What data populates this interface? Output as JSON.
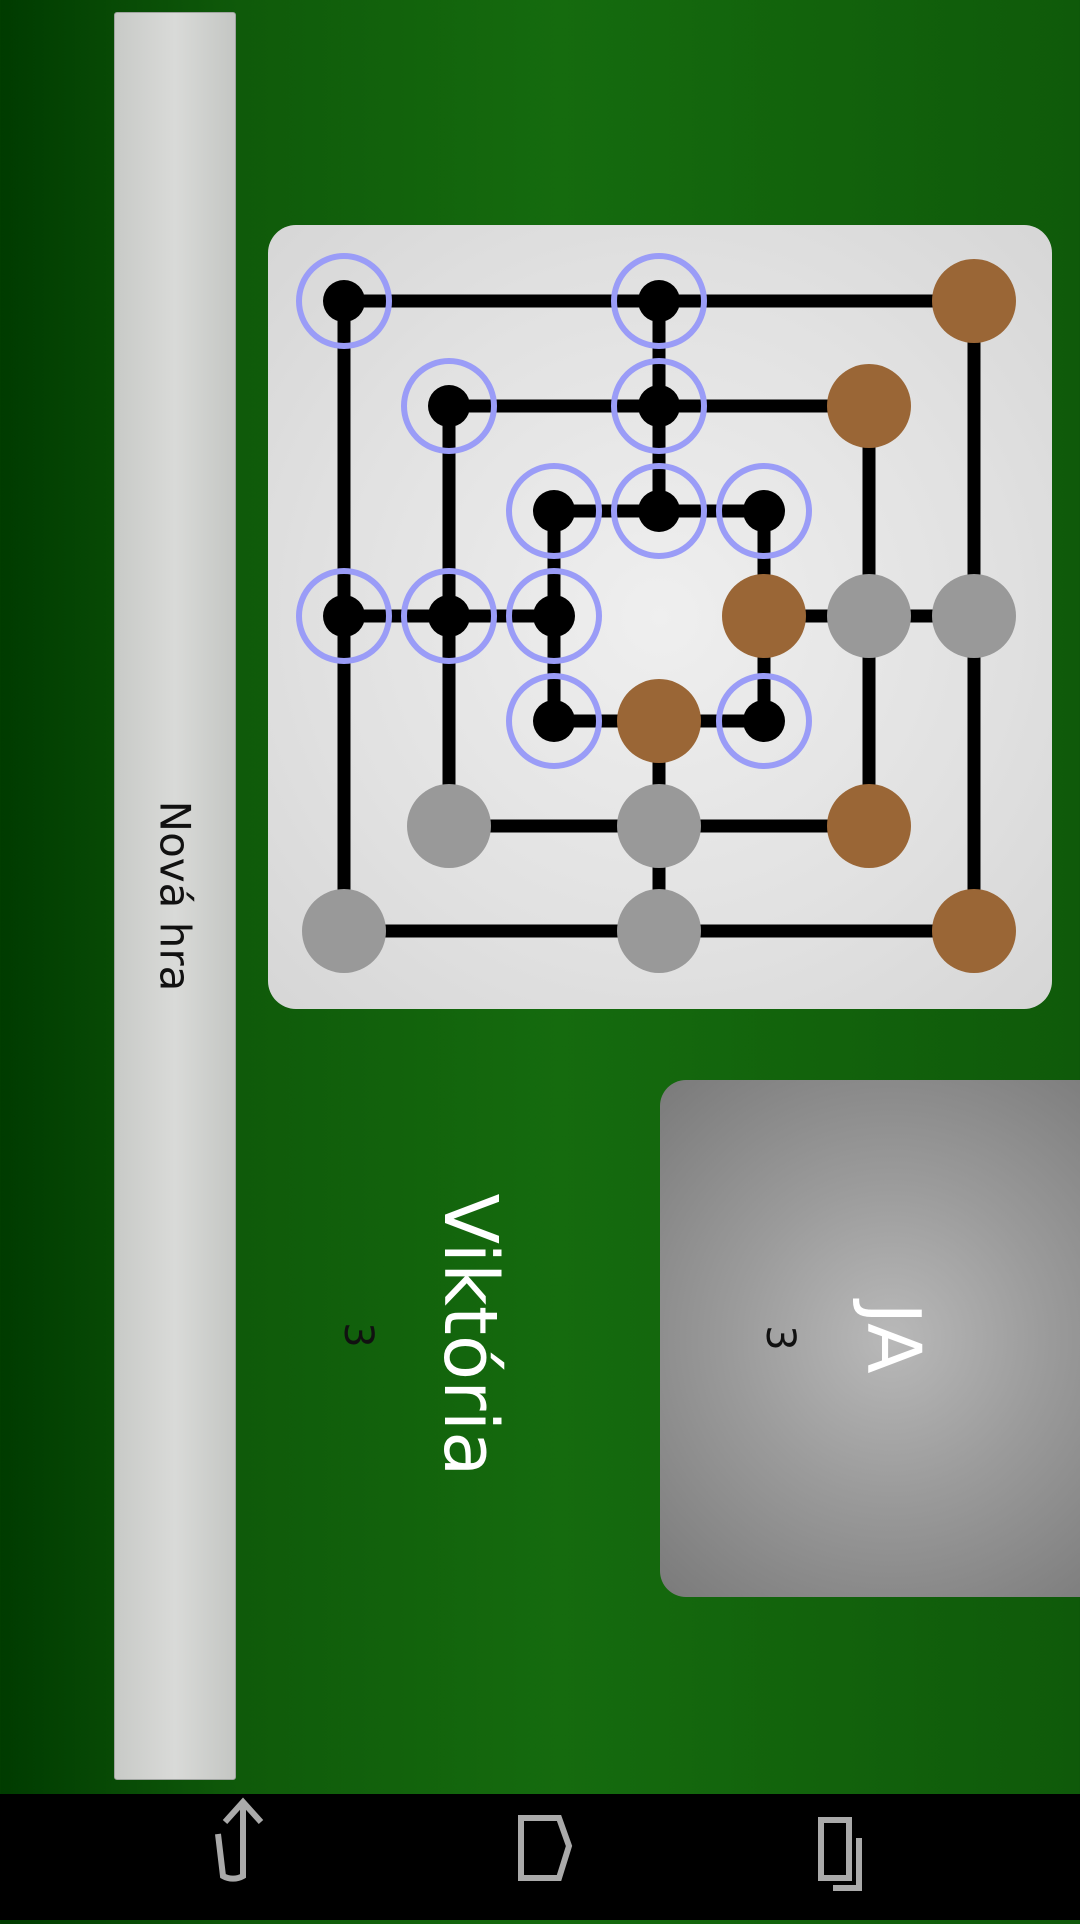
{
  "toolbar": {
    "new_game_label": "Nová hra"
  },
  "players": {
    "human": {
      "name": "Viktória",
      "score": "3"
    },
    "cpu": {
      "name": "JA",
      "score": "3"
    }
  },
  "colors": {
    "brown_piece": "#9a6636",
    "gray_piece": "#999999",
    "empty_point": "#000000",
    "highlight_ring": "#9a9cf7",
    "board_line": "#000000"
  },
  "board": {
    "points": [
      {
        "id": "a1",
        "state": "empty",
        "highlighted": true
      },
      {
        "id": "a4",
        "state": "empty",
        "highlighted": true
      },
      {
        "id": "a7",
        "state": "brown",
        "highlighted": false
      },
      {
        "id": "b2",
        "state": "empty",
        "highlighted": true
      },
      {
        "id": "b4",
        "state": "empty",
        "highlighted": true
      },
      {
        "id": "b6",
        "state": "brown",
        "highlighted": false
      },
      {
        "id": "c3",
        "state": "empty",
        "highlighted": true
      },
      {
        "id": "c4",
        "state": "empty",
        "highlighted": true
      },
      {
        "id": "c5",
        "state": "empty",
        "highlighted": true
      },
      {
        "id": "d1",
        "state": "empty",
        "highlighted": true
      },
      {
        "id": "d2",
        "state": "empty",
        "highlighted": true
      },
      {
        "id": "d3",
        "state": "empty",
        "highlighted": true
      },
      {
        "id": "d5",
        "state": "brown",
        "highlighted": false
      },
      {
        "id": "d6",
        "state": "gray",
        "highlighted": false
      },
      {
        "id": "d7",
        "state": "gray",
        "highlighted": false
      },
      {
        "id": "e3",
        "state": "empty",
        "highlighted": true
      },
      {
        "id": "e4",
        "state": "brown",
        "highlighted": false
      },
      {
        "id": "e5",
        "state": "empty",
        "highlighted": true
      },
      {
        "id": "f2",
        "state": "gray",
        "highlighted": false
      },
      {
        "id": "f4",
        "state": "gray",
        "highlighted": false
      },
      {
        "id": "f6",
        "state": "brown",
        "highlighted": false
      },
      {
        "id": "g1",
        "state": "gray",
        "highlighted": false
      },
      {
        "id": "g4",
        "state": "gray",
        "highlighted": false
      },
      {
        "id": "g7",
        "state": "brown",
        "highlighted": false
      }
    ]
  },
  "navbar": {
    "icons": [
      "back-icon",
      "home-icon",
      "recent-apps-icon"
    ]
  }
}
